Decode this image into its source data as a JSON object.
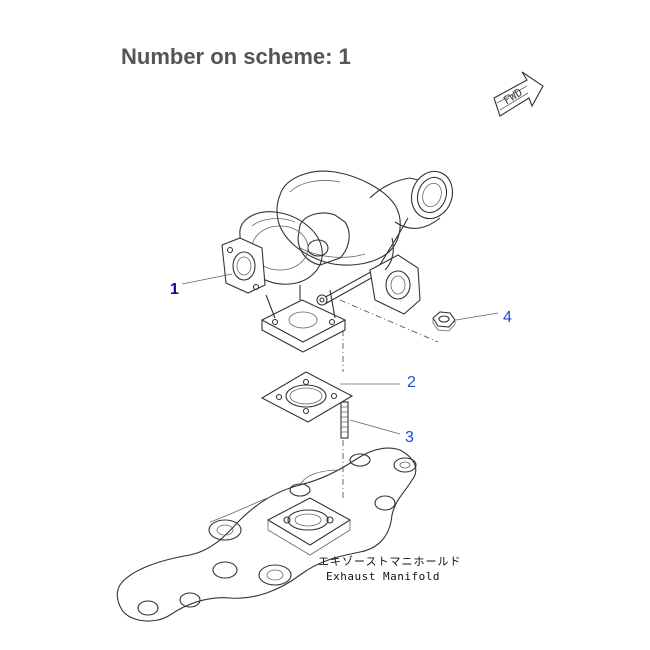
{
  "header": {
    "title": "Number on scheme: 1"
  },
  "diagram": {
    "direction_badge": "FWD",
    "callouts": [
      {
        "number": "1",
        "part": "turbocharger",
        "selected": true
      },
      {
        "number": "2",
        "part": "gasket",
        "selected": false
      },
      {
        "number": "3",
        "part": "stud",
        "selected": false
      },
      {
        "number": "4",
        "part": "nut",
        "selected": false
      }
    ],
    "manifold_label_jp": "エキゾーストマニホールド",
    "manifold_label_en": "Exhaust Manifold"
  },
  "colors": {
    "title": "#555555",
    "callout_selected": "#0a0a9a",
    "callout": "#1e4bd6",
    "line_art": "#333333"
  }
}
